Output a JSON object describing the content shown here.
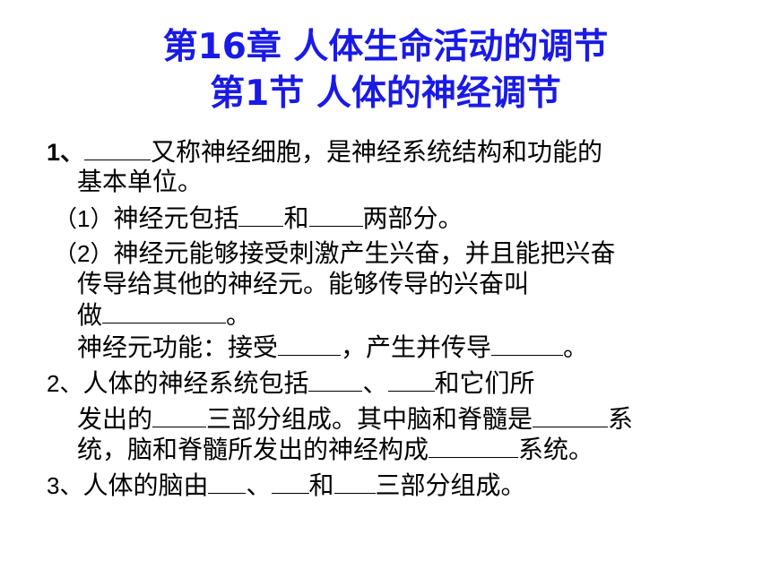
{
  "title": {
    "line1": "第16章 人体生命活动的调节",
    "line2": "第1节 人体的神经调节"
  },
  "colors": {
    "title": "#1a1ae6",
    "text": "#000000",
    "background": "#ffffff"
  },
  "q1": {
    "number": "1、",
    "text_a": "又称神经细胞，是神经系统结构和功能的",
    "text_b": "基本单位。",
    "sub1_num": "（1）",
    "sub1_text_a": "神经元包括",
    "sub1_text_b": "和",
    "sub1_text_c": "两部分。",
    "sub2_num": "（2）",
    "sub2_text_a": "神经元能够接受刺激产生兴奋，并且能把兴奋",
    "sub2_text_b": "传导给其他的神经元。能够传导的兴奋叫",
    "sub2_text_c": "做",
    "sub2_text_d": "。",
    "func_text_a": "神经元功能：接受",
    "func_text_b": "，产生并传导",
    "func_text_c": "。"
  },
  "q2": {
    "number": "2、",
    "text_a": "人体的神经系统包括",
    "text_b": "、",
    "text_c": "和它们所",
    "text_d": "发出的",
    "text_e": "三部分组成。其中脑和脊髓是",
    "text_f": "系",
    "text_g": "统，脑和脊髓所发出的神经构成",
    "text_h": "系统。"
  },
  "q3": {
    "number": "3、",
    "text_a": "人体的脑由",
    "text_b": "、",
    "text_c": "和",
    "text_d": "三部分组成。"
  }
}
